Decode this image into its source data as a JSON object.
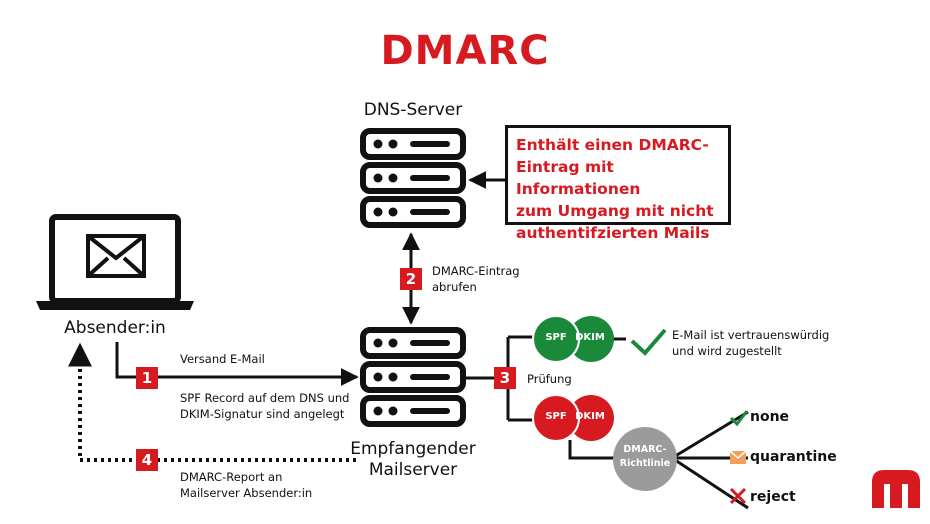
{
  "title": "DMARC",
  "dns_server": {
    "label": "DNS-Server"
  },
  "receiver": {
    "label_line1": "Empfangender",
    "label_line2": "Mailserver"
  },
  "sender": {
    "label": "Absender:in"
  },
  "callout": {
    "lines": [
      "Enthält einen DMARC-",
      "Eintrag mit Informationen",
      "zum Umgang mit nicht",
      "authentifzierten Mails"
    ]
  },
  "steps": [
    {
      "number": "1",
      "lines": [
        "Versand E-Mail"
      ],
      "extra_lines": [
        "SPF Record auf dem DNS und",
        "DKIM-Signatur sind angelegt"
      ]
    },
    {
      "number": "2",
      "lines": [
        "DMARC-Eintrag",
        "abrufen"
      ]
    },
    {
      "number": "3",
      "lines": [
        "Prüfung"
      ]
    },
    {
      "number": "4",
      "lines": [
        "DMARC-Report an",
        "Mailserver Absender:in"
      ]
    }
  ],
  "check_pass": {
    "spf": "SPF",
    "dkim": "DKIM",
    "lines": [
      "E-Mail ist vertrauenswürdig",
      "und wird zugestellt"
    ]
  },
  "check_fail": {
    "spf": "SPF",
    "dkim": "DKIM"
  },
  "policy": {
    "line1": "DMARC-",
    "line2": "Richtlinie"
  },
  "outcomes": [
    {
      "label": "none",
      "icon": "check-icon"
    },
    {
      "label": "quarantine",
      "icon": "quarantine-envelope-icon"
    },
    {
      "label": "reject",
      "icon": "cross-icon"
    }
  ],
  "colors": {
    "accent_red": "#d71920",
    "pass_green": "#1a8a3a",
    "fail_red": "#d71920",
    "policy_gray": "#9b9b9b",
    "quarantine_orange": "#f0a05a"
  }
}
